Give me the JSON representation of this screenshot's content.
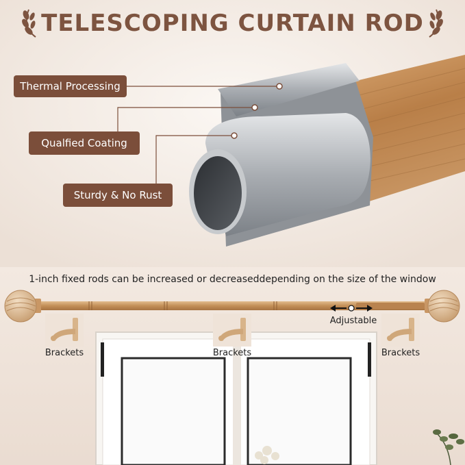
{
  "title": "TELESCOPING CURTAIN ROD",
  "callouts": [
    {
      "label": "Thermal Processing"
    },
    {
      "label": "Qualfied Coating"
    },
    {
      "label": "Sturdy & No Rust"
    }
  ],
  "caption": "1-inch fixed rods can be increased or decreaseddepending on the size of the window",
  "adjustable_label": "Adjustable",
  "brackets": [
    {
      "label": "Brackets"
    },
    {
      "label": "Brackets"
    },
    {
      "label": "Brackets"
    }
  ],
  "colors": {
    "title": "#7d5440",
    "pill": "#7b4e3a",
    "wood": "#c4925a",
    "metal": "#b9bcc0",
    "background": "#f6eee8"
  },
  "icons": [
    "laurel-left-icon",
    "laurel-right-icon",
    "arrows-adjust-icon",
    "plant-icon"
  ]
}
